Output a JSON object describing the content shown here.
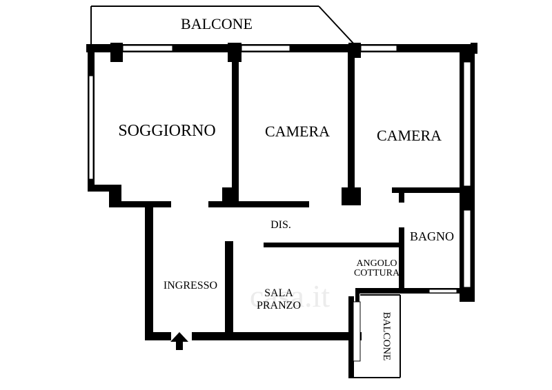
{
  "plan": {
    "rooms": {
      "balcone_top": "BALCONE",
      "soggiorno": "SOGGIORNO",
      "camera_1": "CAMERA",
      "camera_2": "CAMERA",
      "dis": "DIS.",
      "bagno": "BAGNO",
      "angolo": "ANGOLO",
      "cottura": "COTTURA",
      "ingresso": "INGRESSO",
      "sala": "SALA",
      "pranzo": "PRANZO",
      "balcone_side": "BALCONE"
    },
    "watermark": "casa.it"
  }
}
